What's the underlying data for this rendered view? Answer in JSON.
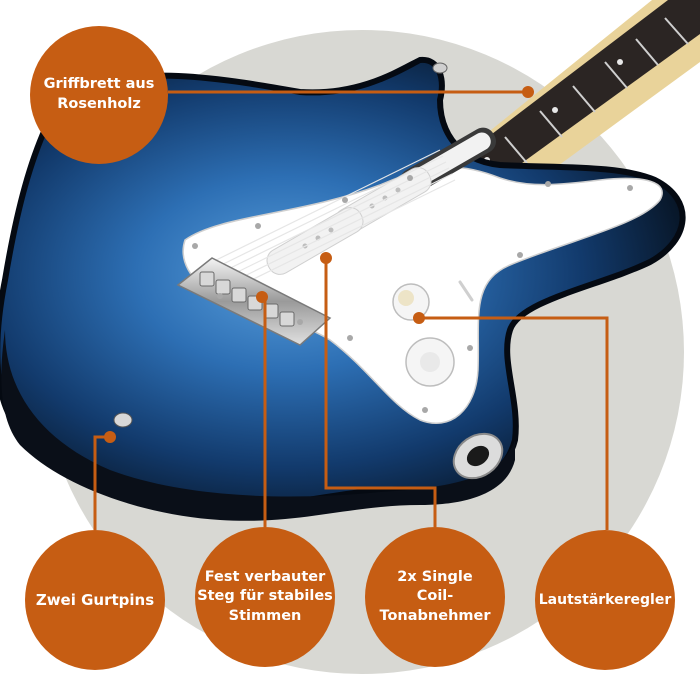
{
  "colors": {
    "accent": "#C65D13",
    "backdrop_circle": "#D8D8D3",
    "body_blue": "#1F5C9E",
    "body_dark": "#0B1624",
    "pickguard": "#FFFFFF",
    "neck_maple": "#E9D39A",
    "fretboard": "#2B2523"
  },
  "callouts": [
    {
      "id": "griffbrett",
      "text": "Griffbrett aus\nRosenholz"
    },
    {
      "id": "gurtpins",
      "text": "Zwei Gurtpins"
    },
    {
      "id": "steg",
      "text": "Fest verbauter\nSteg für stabiles\nStimmen"
    },
    {
      "id": "tonabnehmer",
      "text": "2x Single\nCoil-Tonabnehmer"
    },
    {
      "id": "lautstaerke",
      "text": "Lautstärkeregler"
    }
  ]
}
